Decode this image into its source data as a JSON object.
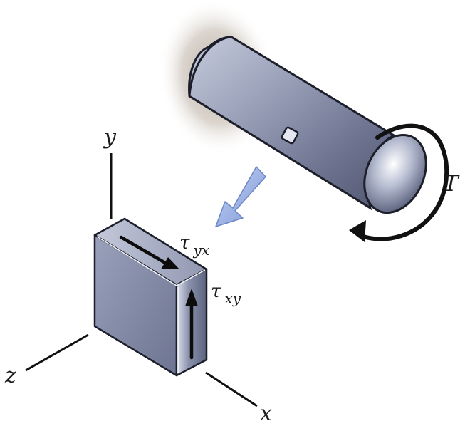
{
  "labels": {
    "y_axis": "y",
    "x_axis": "x",
    "z_axis": "z",
    "torque": "T",
    "tau_yx_symbol": "τ",
    "tau_yx_sub": "yx",
    "tau_xy_symbol": "τ",
    "tau_xy_sub": "xy"
  },
  "colors": {
    "shaft_highlight": "#e8ecf5",
    "shaft_body": "#8b92ab",
    "shaft_shadow": "#4d536b",
    "wall_shadow": "#c9c0b6",
    "pointer_arrow": "#9db4e8",
    "element_front": "#8a91ad",
    "element_top": "#b4bad0",
    "element_side": "#6f7693",
    "ink": "#111111"
  }
}
